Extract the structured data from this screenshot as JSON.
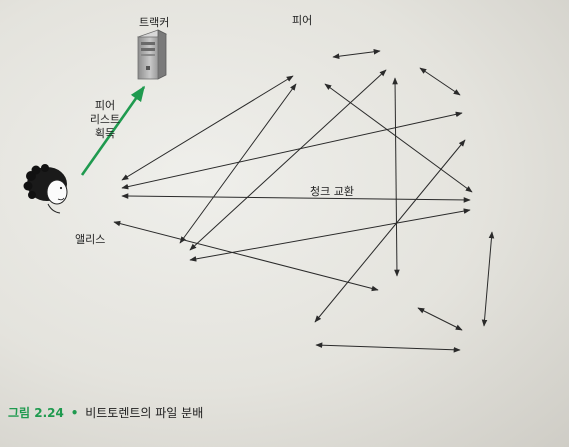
{
  "labels": {
    "tracker": "트랙커",
    "peer": "피어",
    "alice": "앨리스",
    "chunk_exchange": "청크 교환",
    "get_peer_list_line1": "피어",
    "get_peer_list_line2": "리스트",
    "get_peer_list_line3": "획득"
  },
  "caption": {
    "figure_number": "그림 2.24",
    "separator": "•",
    "text": "비트토렌트의 파일 분배"
  },
  "colors": {
    "tracker_link": "#1f9a4f",
    "arrow": "#2a2a2a",
    "monitor_screen": "#1c1c1c",
    "caption_accent": "#1f9a4f"
  },
  "icons": [
    "server-tower-icon",
    "computer-icon",
    "person-icon"
  ]
}
